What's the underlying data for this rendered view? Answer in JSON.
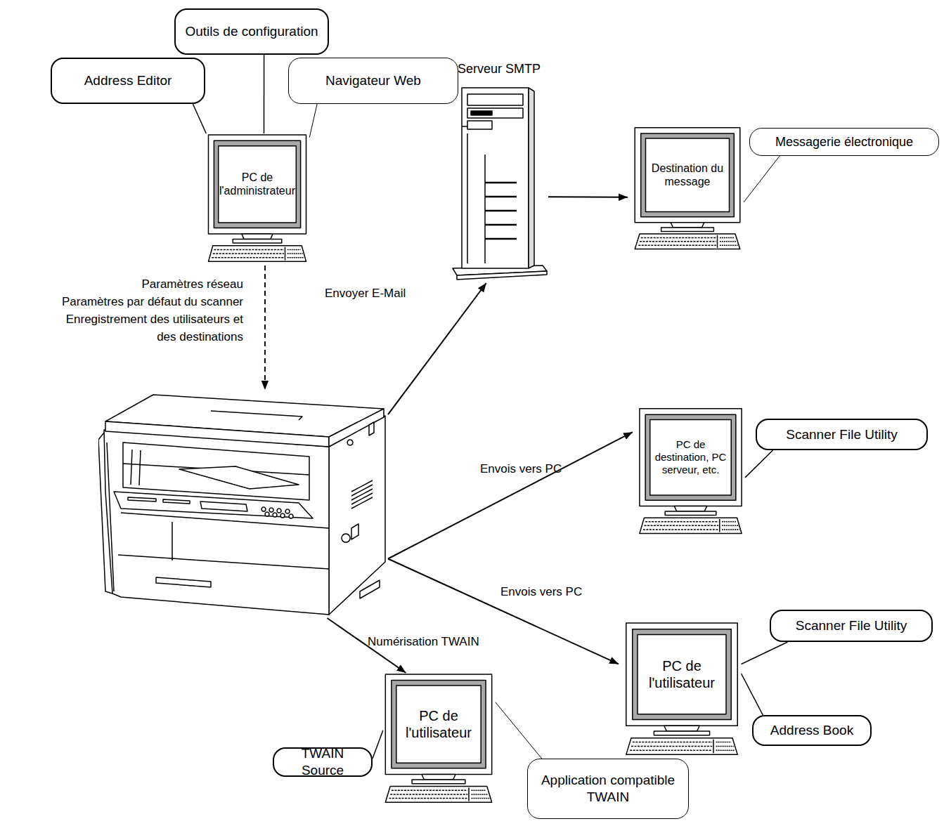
{
  "diagram": {
    "nodes": [
      {
        "text": [
          "Outils de configuration"
        ]
      },
      {
        "text": [
          "Address Editor"
        ]
      },
      {
        "text": [
          "Navigateur Web"
        ]
      },
      {
        "text": [
          "PC de l'administrateur"
        ]
      },
      {
        "text": [
          "Serveur SMTP"
        ]
      },
      {
        "text": [
          "Messagerie électronique"
        ]
      },
      {
        "text": [
          "Destination du message"
        ]
      },
      {
        "text": []
      },
      {
        "text": [
          "Scanner File Utility"
        ]
      },
      {
        "text": [
          "PC de destination, PC serveur, etc."
        ]
      },
      {
        "text": [
          "Scanner File Utility"
        ]
      },
      {
        "text": [
          "PC de l'utilisateur"
        ]
      },
      {
        "text": [
          "Address Book"
        ]
      },
      {
        "text": [
          "PC de l'utilisateur"
        ]
      },
      {
        "text": [
          "TWAIN Source"
        ]
      },
      {
        "text": [
          "Application compatible TWAIN"
        ]
      }
    ],
    "edges": [
      {
        "from": 0,
        "to": 3,
        "arrow": "none"
      },
      {
        "from": 1,
        "to": 3,
        "arrow": "none"
      },
      {
        "from": 2,
        "to": 3,
        "arrow": "none"
      },
      {
        "from": 3,
        "to": 7,
        "arrow": "to"
      },
      {
        "from": 7,
        "to": 4,
        "label": "Envoyer E-Mail",
        "arrow": "to"
      },
      {
        "from": 4,
        "to": 6,
        "arrow": "to"
      },
      {
        "from": 5,
        "to": 6,
        "arrow": "none"
      },
      {
        "from": 7,
        "to": 9,
        "label": "Envois vers PC",
        "arrow": "to"
      },
      {
        "from": 8,
        "to": 9,
        "arrow": "none"
      },
      {
        "from": 7,
        "to": 11,
        "label": "Envois vers PC",
        "arrow": "to"
      },
      {
        "from": 10,
        "to": 11,
        "arrow": "none"
      },
      {
        "from": 12,
        "to": 11,
        "arrow": "none"
      },
      {
        "from": 7,
        "to": 13,
        "label": "Numérisation TWAIN",
        "arrow": "to"
      },
      {
        "from": 14,
        "to": 13,
        "arrow": "none"
      },
      {
        "from": 15,
        "to": 13,
        "arrow": "none"
      }
    ],
    "labels": [
      "Paramètres réseau",
      "Paramètres par défaut du scanner",
      "Enregistrement des utilisateurs et des destinations"
    ]
  }
}
